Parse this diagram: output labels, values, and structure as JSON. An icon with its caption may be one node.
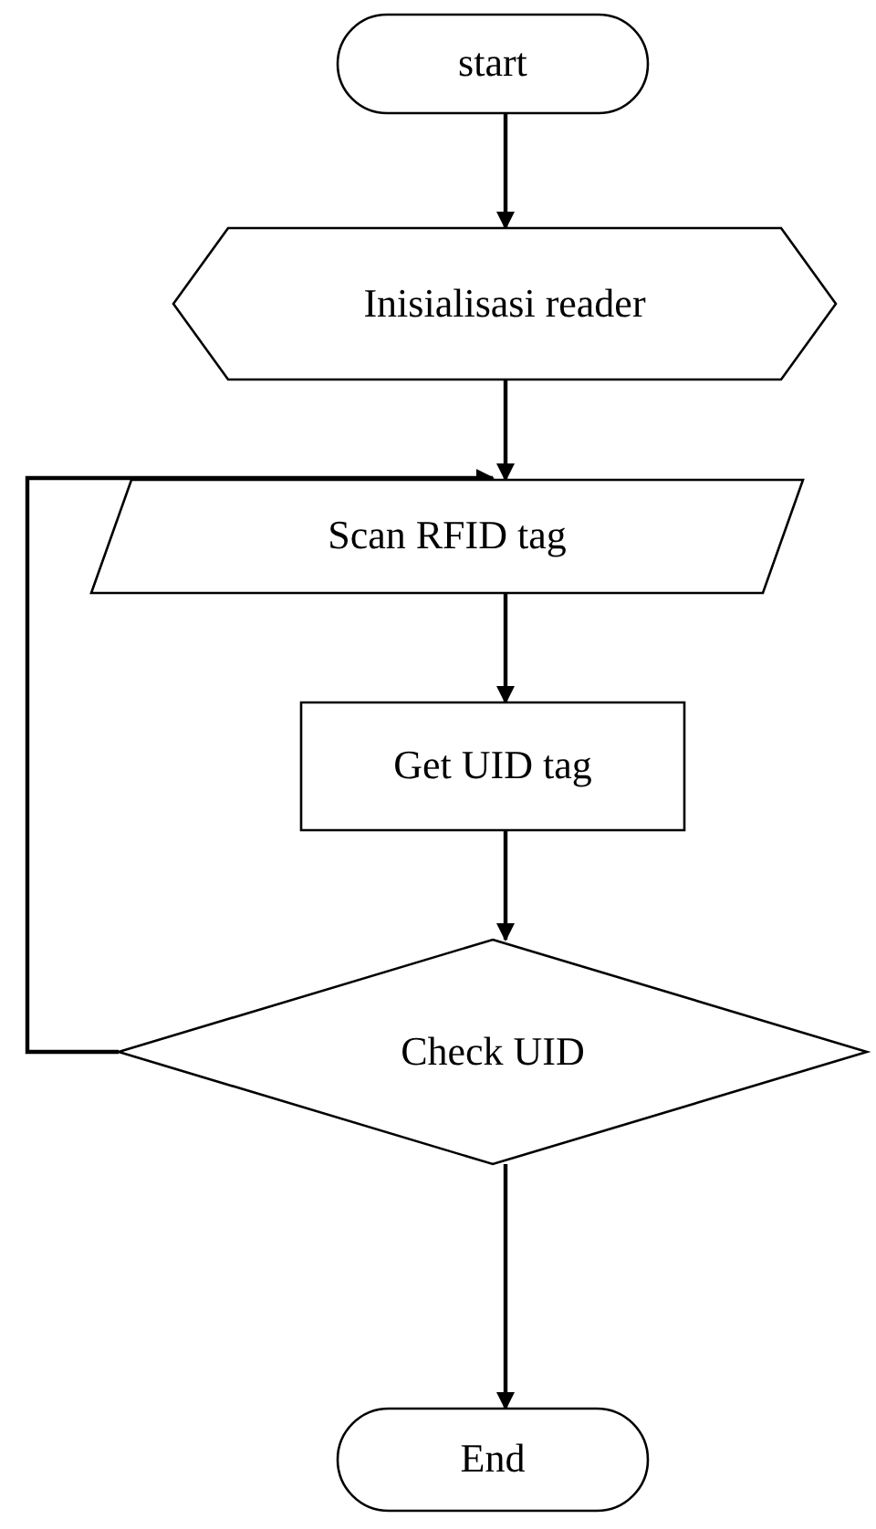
{
  "diagram": {
    "nodes": [
      {
        "text": [
          "start"
        ]
      },
      {
        "text": [
          "Inisialisasi reader"
        ]
      },
      {
        "text": [
          "Scan RFID tag"
        ]
      },
      {
        "text": [
          "Get UID tag"
        ]
      },
      {
        "text": [
          "Check UID"
        ]
      },
      {
        "text": [
          "End"
        ]
      }
    ],
    "edges": [
      {
        "from": 0,
        "to": 1,
        "arrow": "to"
      },
      {
        "from": 1,
        "to": 2,
        "arrow": "to"
      },
      {
        "from": 2,
        "to": 3,
        "arrow": "to"
      },
      {
        "from": 3,
        "to": 4,
        "arrow": "to"
      },
      {
        "from": 4,
        "to": 5,
        "arrow": "to"
      },
      {
        "from": 4,
        "to": 2,
        "arrow": "to"
      }
    ]
  }
}
